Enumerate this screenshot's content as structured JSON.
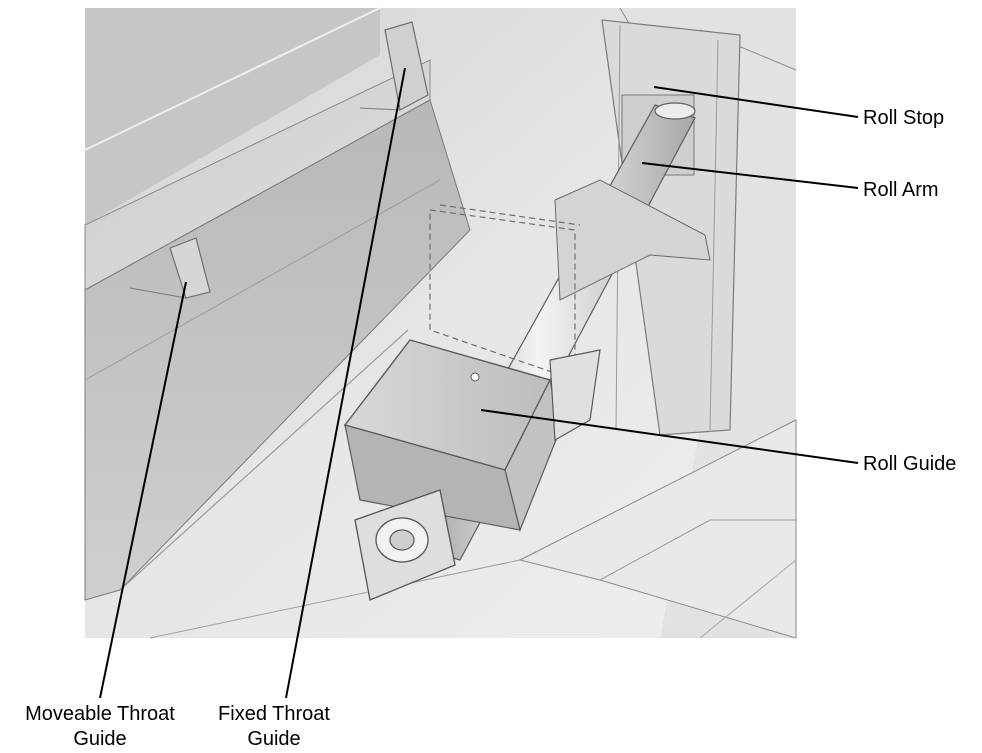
{
  "callouts": {
    "roll_stop": "Roll Stop",
    "roll_arm": "Roll Arm",
    "roll_guide": "Roll Guide",
    "moveable_throat_guide_line1": "Moveable Throat",
    "moveable_throat_guide_line2": "Guide",
    "fixed_throat_guide_line1": "Fixed Throat",
    "fixed_throat_guide_line2": "Guide"
  },
  "colors": {
    "photo_background": "#dcdcdc",
    "line_art": "#555555",
    "leader_line": "#000000"
  }
}
